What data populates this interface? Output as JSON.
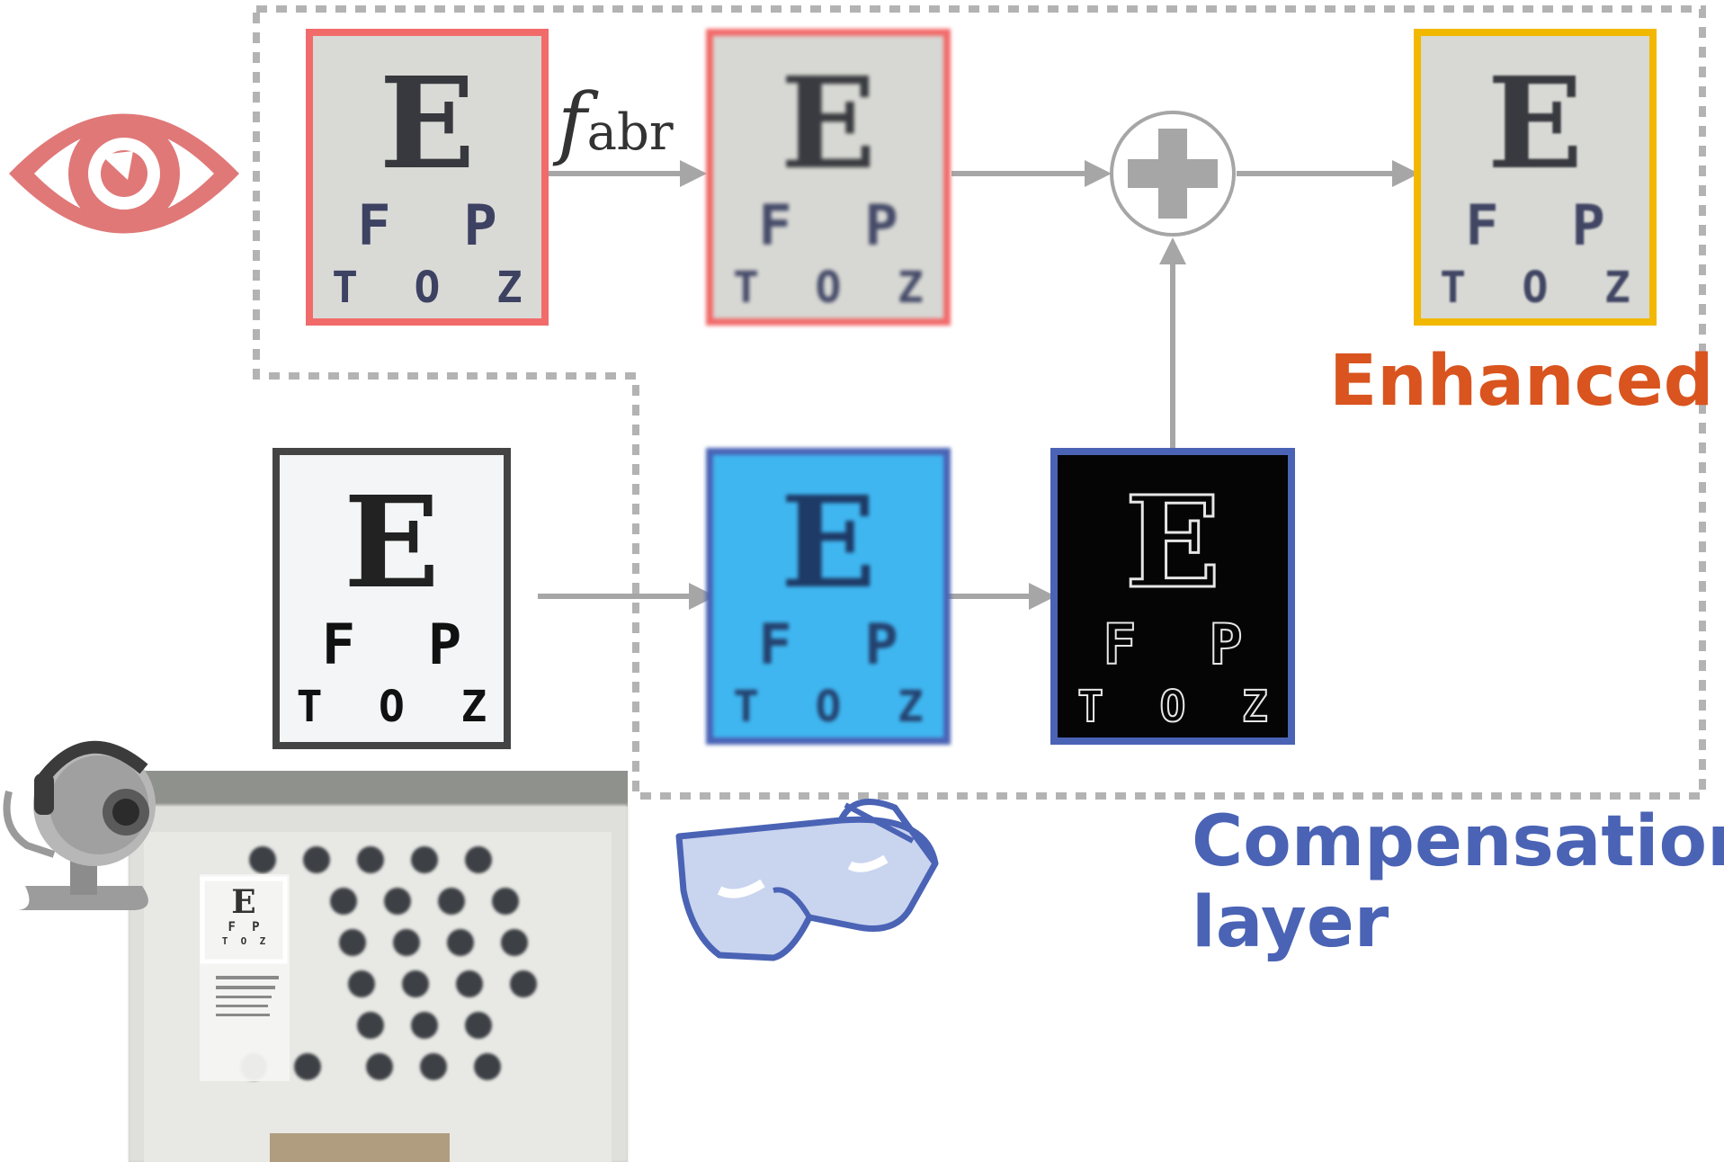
{
  "eye_chart": {
    "line1": "E",
    "line2": "F P",
    "line3": "T O Z"
  },
  "function_label": {
    "symbol": "f",
    "subscript": "abr"
  },
  "labels": {
    "enhanced": "Enhanced",
    "compensation_line1": "Compensation",
    "compensation_line2": "layer"
  },
  "photo_chart": {
    "line1": "E",
    "line2": "F P",
    "line3": "T O Z"
  },
  "colors": {
    "aberrated_border": "#f26b6b",
    "enhanced_border": "#f2b800",
    "compensation_border": "#4a63b5",
    "original_border": "#444444",
    "arrow": "#a6a6a6",
    "enhanced_text": "#d9541e",
    "compensation_text": "#4a63b5",
    "eye": "#e07878"
  },
  "icons": [
    "eye-icon",
    "webcam-icon",
    "glasses-icon",
    "plus-icon"
  ]
}
